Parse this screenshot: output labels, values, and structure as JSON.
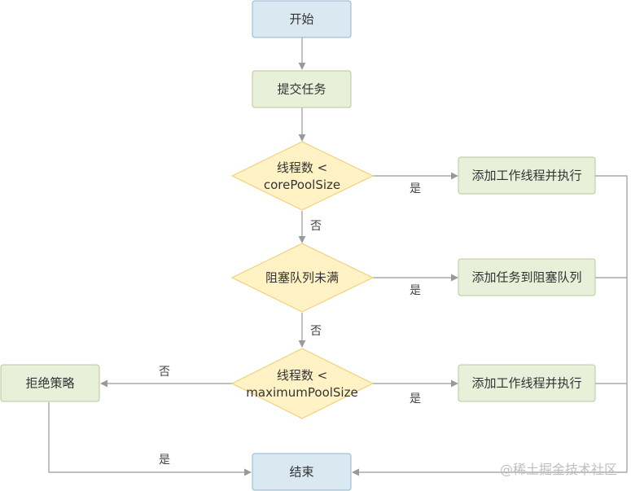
{
  "nodes": {
    "start": "开始",
    "submit": "提交任务",
    "cond_core_line1": "线程数 <",
    "cond_core_line2": "corePoolSize",
    "add_worker_1": "添加工作线程并执行",
    "cond_queue": "阻塞队列未满",
    "add_to_queue": "添加任务到阻塞队列",
    "cond_max_line1": "线程数 <",
    "cond_max_line2": "maximumPoolSize",
    "add_worker_2": "添加工作线程并执行",
    "reject": "拒绝策略",
    "end": "结束"
  },
  "edge_labels": {
    "core_yes": "是",
    "core_no": "否",
    "queue_yes": "是",
    "queue_no": "否",
    "max_yes": "是",
    "max_no": "否",
    "reject_yes": "是"
  },
  "watermark": "@稀土掘金技术社区",
  "colors": {
    "terminal_fill": "#dae9f1",
    "terminal_stroke": "#8fb7cc",
    "process_fill": "#e9f0da",
    "process_stroke": "#b6c99a",
    "decision_fill": "#fff2c4",
    "decision_stroke": "#efcd6e",
    "edge": "#999999"
  }
}
